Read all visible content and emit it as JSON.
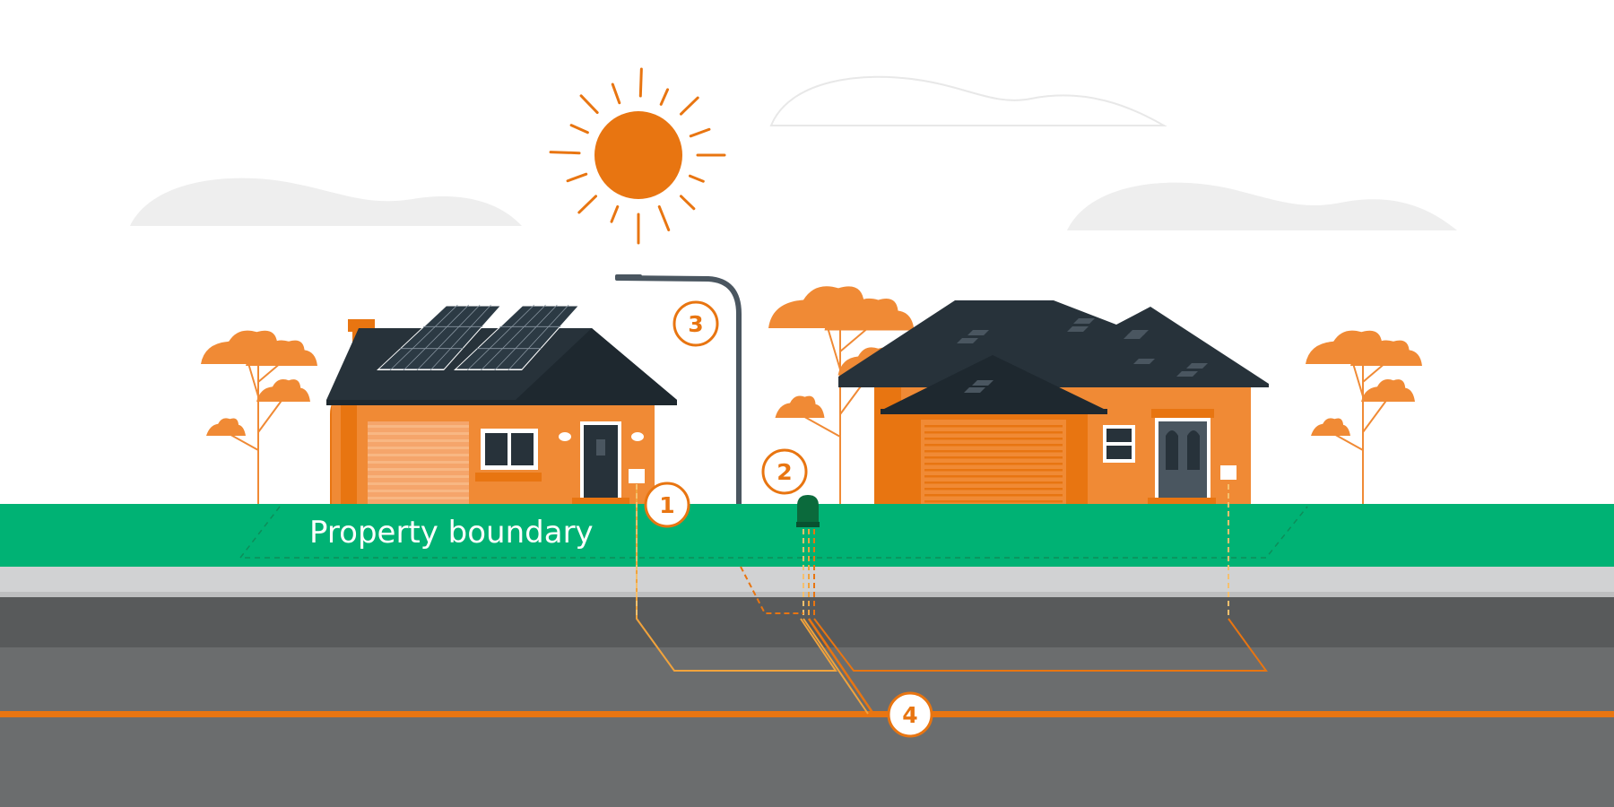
{
  "colors": {
    "orange": "#e87511",
    "house_orange": "#f08a35",
    "roof": "#27323a",
    "grass": "#00b274",
    "road": "#6b6d6e",
    "road_dark": "#585a5b",
    "sidewalk": "#d1d2d3",
    "cloud": "#eeeeee",
    "pillar": "#0b6a3c",
    "solar": "#2c3a44",
    "white": "#ffffff"
  },
  "scene": {
    "boundary_label": "Property boundary"
  },
  "markers": [
    {
      "id": "1",
      "label": "1"
    },
    {
      "id": "2",
      "label": "2"
    },
    {
      "id": "3",
      "label": "3"
    },
    {
      "id": "4",
      "label": "4"
    }
  ],
  "icons": {
    "sun": "sun-icon",
    "solar_panels": "solar-panel-icon",
    "street_light": "street-light-icon",
    "pillar": "connection-pillar-icon"
  }
}
